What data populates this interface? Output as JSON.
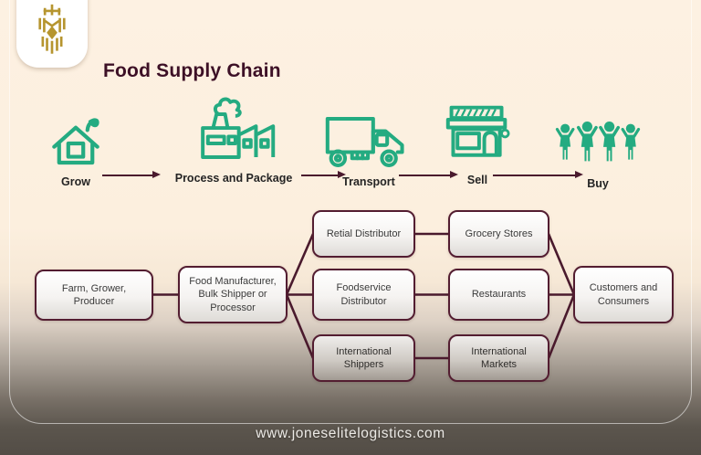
{
  "header": {
    "title": "Food Supply Chain"
  },
  "stages": {
    "items": [
      {
        "label": "Grow",
        "icon": "house-leaf-icon"
      },
      {
        "label": "Process and Package",
        "icon": "factory-icon"
      },
      {
        "label": "Transport",
        "icon": "truck-icon"
      },
      {
        "label": "Sell",
        "icon": "storefront-icon"
      },
      {
        "label": "Buy",
        "icon": "people-icon"
      }
    ]
  },
  "flowchart": {
    "nodes": [
      {
        "id": "farm",
        "label": "Farm, Grower, Producer"
      },
      {
        "id": "manufacturer",
        "label": "Food Manufacturer, Bulk Shipper or Processor"
      },
      {
        "id": "retail-distributor",
        "label": "Retial Distributor"
      },
      {
        "id": "foodservice-distributor",
        "label": "Foodservice Distributor"
      },
      {
        "id": "international-shippers",
        "label": "International Shippers"
      },
      {
        "id": "grocery-stores",
        "label": "Grocery Stores"
      },
      {
        "id": "restaurants",
        "label": "Restaurants"
      },
      {
        "id": "international-markets",
        "label": "International Markets"
      },
      {
        "id": "customers",
        "label": "Customers and Consumers"
      }
    ]
  },
  "footer": {
    "url": "www.joneselitelogistics.com"
  },
  "colors": {
    "accent_green": "#24ab81",
    "maroon": "#4a1a2d",
    "box_border": "#531d31",
    "gold": "#b6952f",
    "title": "#3d1026",
    "background_top": "#fdf1e2",
    "background_bottom": "#534d46"
  }
}
